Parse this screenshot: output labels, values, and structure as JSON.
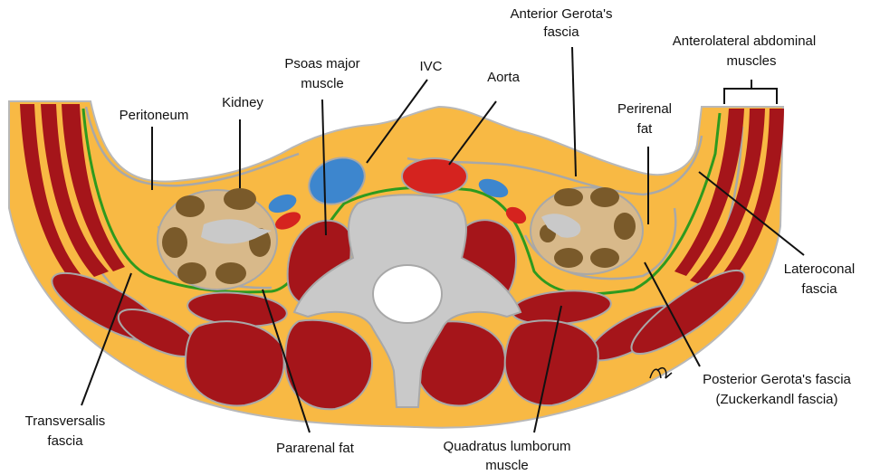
{
  "labels": {
    "anterior_gerota_line1": "Anterior Gerota's",
    "anterior_gerota_line2": "fascia",
    "anterolateral_line1": "Anterolateral abdominal",
    "anterolateral_line2": "muscles",
    "psoas_line1": "Psoas major",
    "psoas_line2": "muscle",
    "ivc": "IVC",
    "aorta": "Aorta",
    "kidney": "Kidney",
    "peritoneum": "Peritoneum",
    "perirenal_line1": "Perirenal",
    "perirenal_line2": "fat",
    "lateroconal_line1": "Lateroconal",
    "lateroconal_line2": "fascia",
    "posterior_gerota_line1": "Posterior Gerota's fascia",
    "posterior_gerota_line2": "(Zuckerkandl fascia)",
    "transversalis_line1": "Transversalis",
    "transversalis_line2": "fascia",
    "pararenal": "Pararenal fat",
    "quadratus_line1": "Quadratus lumborum",
    "quadratus_line2": "muscle"
  },
  "colors": {
    "fat": "#F8B944",
    "muscle": "#A5151A",
    "vein": "#3D86CE",
    "artery": "#D5231F",
    "bone": "#C9C9C9",
    "kidney_cortex": "#D8B98A",
    "kidney_medulla": "#7A5A2A",
    "fascia_green": "#2E9A1E",
    "fascia_gray": "#A8A8A8"
  }
}
